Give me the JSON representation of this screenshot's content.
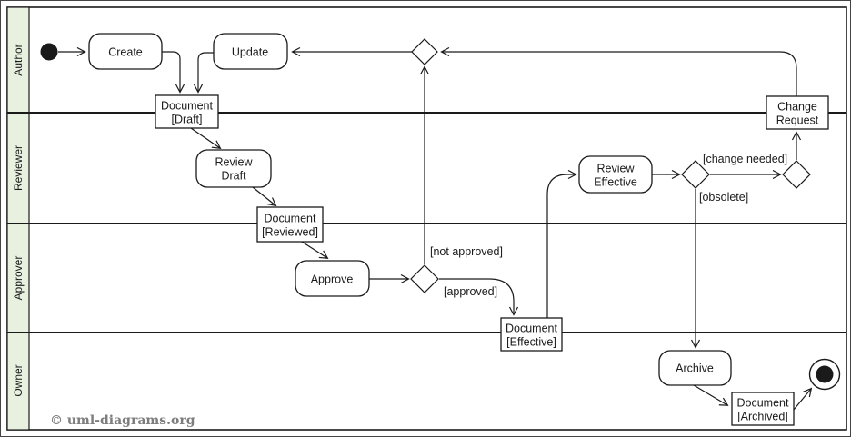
{
  "diagram": {
    "type": "uml-activity-diagram",
    "subject": "Document management process with swimlanes",
    "copyright": "© uml-diagrams.org",
    "colors": {
      "lane_label_bg": "#e8f1df",
      "node_fill": "#ffffff",
      "stroke": "#1a1a1a",
      "copyright_text": "#7d7d7d"
    },
    "lanes": [
      {
        "label": "Author"
      },
      {
        "label": "Reviewer"
      },
      {
        "label": "Approver"
      },
      {
        "label": "Owner"
      }
    ],
    "nodes": {
      "create": {
        "label": "Create"
      },
      "update": {
        "label": "Update"
      },
      "review_draft": {
        "line1": "Review",
        "line2": "Draft"
      },
      "approve": {
        "label": "Approve"
      },
      "review_effective": {
        "line1": "Review",
        "line2": "Effective"
      },
      "archive": {
        "label": "Archive"
      },
      "doc_draft": {
        "line1": "Document",
        "line2": "[Draft]"
      },
      "doc_reviewed": {
        "line1": "Document",
        "line2": "[Reviewed]"
      },
      "doc_effective": {
        "line1": "Document",
        "line2": "[Effective]"
      },
      "change_request": {
        "line1": "Change",
        "line2": "Request"
      },
      "doc_archived": {
        "line1": "Document",
        "line2": "[Archived]"
      }
    },
    "guards": {
      "not_approved": "[not approved]",
      "approved": "[approved]",
      "change_needed": "[change needed]",
      "obsolete": "[obsolete]"
    }
  }
}
